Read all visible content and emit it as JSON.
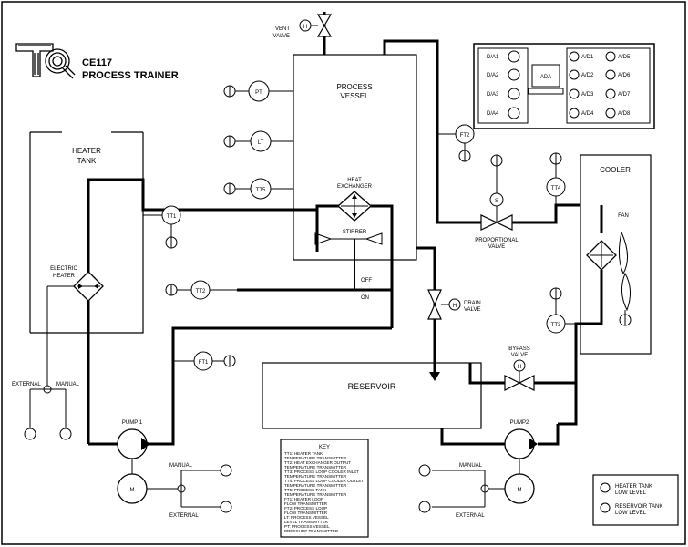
{
  "logo": {
    "name": "CE117",
    "subtitle": "PROCESS TRAINER"
  },
  "tanks": {
    "process_vessel": [
      "PROCESS",
      "VESSEL"
    ],
    "heater_tank": [
      "HEATER",
      "TANK"
    ],
    "reservoir": "RESERVOIR",
    "cooler": "COOLER"
  },
  "valves": {
    "vent": [
      "VENT",
      "VALVE"
    ],
    "drain": [
      "DRAIN",
      "VALVE"
    ],
    "proportional": [
      "PROPORTIONAL",
      "VALVE"
    ],
    "bypass": [
      "BYPASS",
      "VALVE"
    ],
    "h": "H",
    "s": "S"
  },
  "components": {
    "heat_exchanger": [
      "HEAT",
      "EXCHANGER"
    ],
    "stirrer": "STIRRER",
    "off": "OFF",
    "on": "ON",
    "electric_heater": [
      "ELECTRIC",
      "HEATER"
    ],
    "fan": "FAN",
    "pump1": "PUMP 1",
    "pump2": "PUMP2",
    "motor": "M"
  },
  "switch_labels": {
    "external": "EXTERNAL",
    "manual": "MANUAL"
  },
  "instruments": {
    "pt": "PT",
    "lt": "LT",
    "tt5": "TT5",
    "tt1": "TT1",
    "tt2": "TT2",
    "ft1": "FT1",
    "ft2": "FT2",
    "tt3": "TT3",
    "tt4": "TT4"
  },
  "io_panel": {
    "digital": [
      "D/A1",
      "D/A2",
      "D/A3",
      "D/A4"
    ],
    "ada": "ADA",
    "analog_left": [
      "A/D1",
      "A/D2",
      "A/D3",
      "A/D4"
    ],
    "analog_right": [
      "A/D5",
      "A/D6",
      "A/D7",
      "A/D8"
    ]
  },
  "key": {
    "title": "KEY",
    "entries": [
      "TT1: HEATER TANK",
      "     TEMPERATURE TRANSMITTER",
      "TT2: HEAT EXCHANGER OUTPUT",
      "     TEMPERATURE TRANSMITTER",
      "TT3: PROCESS LOOP COOLER INLET",
      "     TEMPERATURE TRANSMITTER",
      "TT4: PROCESS LOOP COOLER OUTLET",
      "     TEMPERATURE TRANSMITTER",
      "TT5: PROCESS TANK",
      "     TEMPERATURE TRANSMITTER",
      "FT1: HEATER LOOP",
      "     FLOW TRANSMITTER",
      "FT2: PROCESS LOOP",
      "     FLOW TRANSMITTER",
      "LT:  PROCESS VESSEL",
      "     LEVEL TRANSMITTER",
      "PT:  PROCESS VESSEL",
      "     PRESSURE TRANSMITTER"
    ]
  },
  "alarms": {
    "heater_low": [
      "HEATER TANK",
      "LOW LEVEL"
    ],
    "reservoir_low": [
      "RESERVOIR TANK",
      "LOW LEVEL"
    ]
  }
}
